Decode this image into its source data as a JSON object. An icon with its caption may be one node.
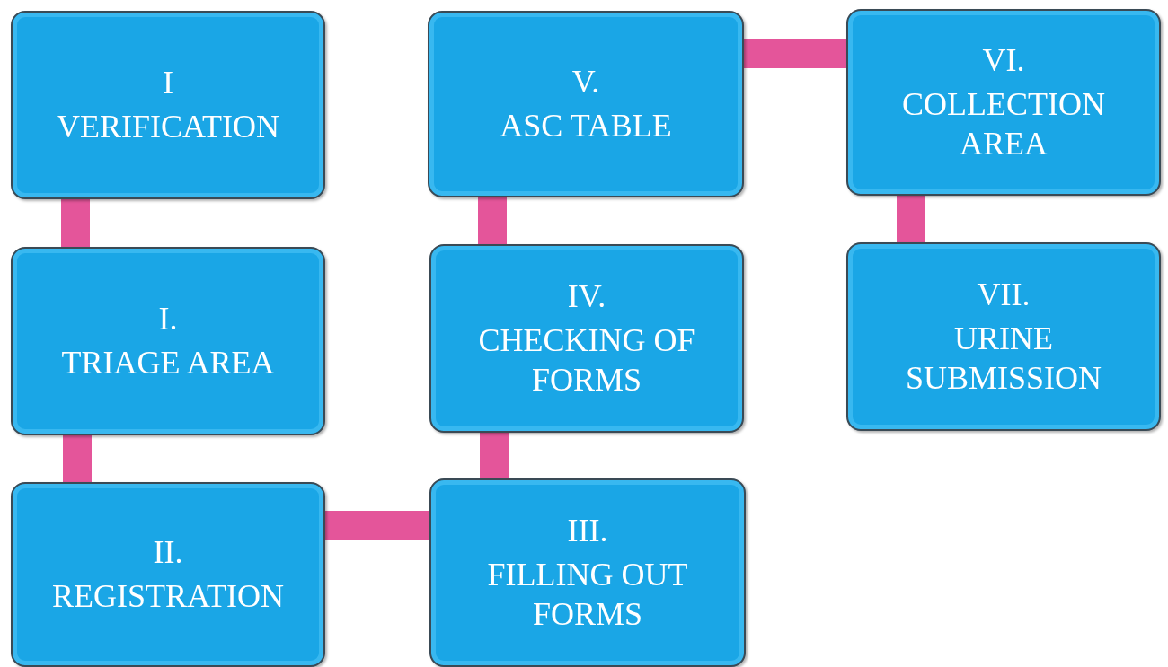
{
  "diagram": {
    "nodes": [
      {
        "text": [
          "I",
          "VERIFICATION"
        ]
      },
      {
        "text": [
          "I.",
          "TRIAGE AREA"
        ]
      },
      {
        "text": [
          "II.",
          "REGISTRATION"
        ]
      },
      {
        "text": [
          "III.",
          "FILLING OUT FORMS"
        ]
      },
      {
        "text": [
          "IV.",
          "CHECKING OF FORMS"
        ]
      },
      {
        "text": [
          "V.",
          "ASC TABLE"
        ]
      },
      {
        "text": [
          "VI.",
          "COLLECTION AREA"
        ]
      },
      {
        "text": [
          "VII.",
          "URINE SUBMISSION"
        ]
      }
    ],
    "edges": [
      {
        "from": 0,
        "to": 1,
        "arrow": "none"
      },
      {
        "from": 1,
        "to": 2,
        "arrow": "none"
      },
      {
        "from": 2,
        "to": 3,
        "arrow": "none"
      },
      {
        "from": 3,
        "to": 4,
        "arrow": "none"
      },
      {
        "from": 4,
        "to": 5,
        "arrow": "none"
      },
      {
        "from": 5,
        "to": 6,
        "arrow": "none"
      },
      {
        "from": 6,
        "to": 7,
        "arrow": "none"
      }
    ]
  }
}
